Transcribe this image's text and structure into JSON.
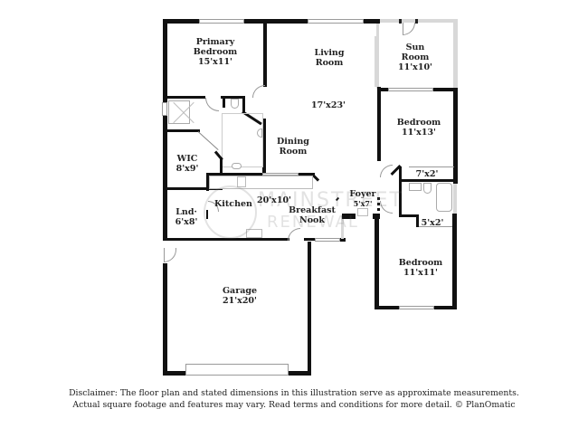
{
  "floorplan": {
    "rooms": [
      {
        "id": "primary-bedroom",
        "name": "Primary\nBedroom",
        "name_line1": "Primary",
        "name_line2": "Bedroom",
        "dims": "15'x11'"
      },
      {
        "id": "living-room",
        "name_line1": "Living",
        "name_line2": "Room",
        "dims": "17'x23'"
      },
      {
        "id": "dining-room",
        "name_line1": "Dining",
        "name_line2": "Room"
      },
      {
        "id": "sun-room",
        "name_line1": "Sun",
        "name_line2": "Room",
        "dims": "11'x10'"
      },
      {
        "id": "bedroom-2",
        "name_line1": "Bedroom",
        "dims": "11'x13'"
      },
      {
        "id": "closet-1",
        "dims": "7'x2'"
      },
      {
        "id": "wic",
        "name_line1": "WIC",
        "dims": "8'x9'"
      },
      {
        "id": "laundry",
        "name_line1": "Lnd·",
        "dims": "6'x8'"
      },
      {
        "id": "kitchen",
        "name_line1": "Kitchen",
        "dims": "20'x10'"
      },
      {
        "id": "breakfast-nook",
        "name_line1": "Breakfast",
        "name_line2": "Nook"
      },
      {
        "id": "foyer",
        "name_line1": "Foyer",
        "dims": "5'x7'"
      },
      {
        "id": "closet-2",
        "dims": "5'x2'"
      },
      {
        "id": "bedroom-3",
        "name_line1": "Bedroom",
        "dims": "11'x11'"
      },
      {
        "id": "garage",
        "name_line1": "Garage",
        "dims": "21'x20'"
      }
    ],
    "watermark": {
      "line1": "MAINSTREET",
      "line2": "RENEWAL"
    }
  },
  "disclaimer": {
    "line1": "Disclaimer: The floor plan and stated dimensions in this illustration serve as approximate measurements.",
    "line2": "Actual square footage and features may vary. Read terms and conditions for more detail. © PlanOmatic"
  },
  "colors": {
    "wall": "#111111",
    "window": "#9a9a9a",
    "text": "#222222",
    "background": "#ffffff"
  }
}
